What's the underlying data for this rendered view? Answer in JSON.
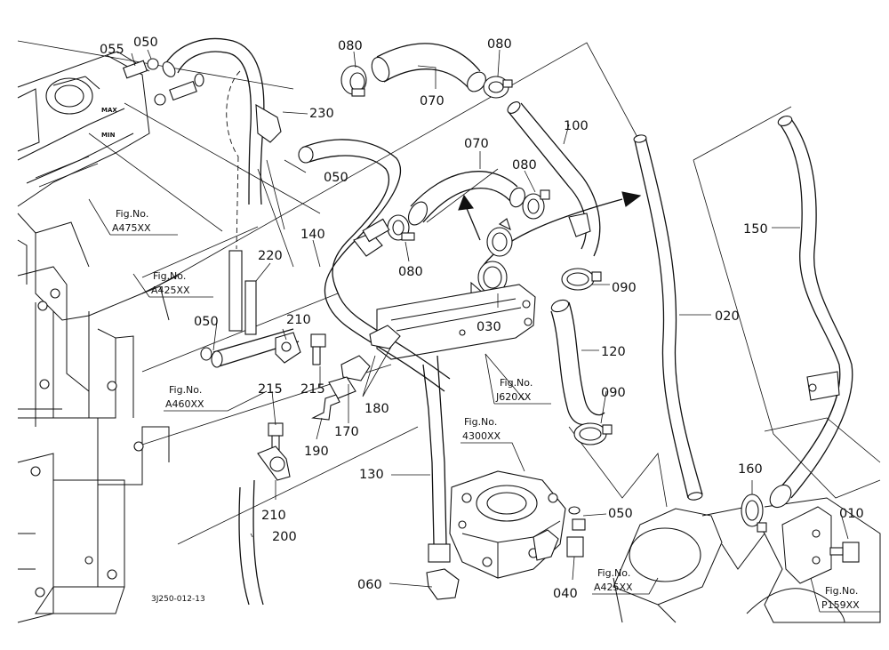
{
  "drawing_code": "3J250-012-13",
  "callouts": [
    {
      "id": "c-055",
      "text": "055"
    },
    {
      "id": "c-050a",
      "text": "050"
    },
    {
      "id": "c-080a",
      "text": "080"
    },
    {
      "id": "c-080b",
      "text": "080"
    },
    {
      "id": "c-070a",
      "text": "070"
    },
    {
      "id": "c-230",
      "text": "230"
    },
    {
      "id": "c-100",
      "text": "100"
    },
    {
      "id": "c-070b",
      "text": "070"
    },
    {
      "id": "c-080c",
      "text": "080"
    },
    {
      "id": "c-050b",
      "text": "050"
    },
    {
      "id": "c-150",
      "text": "150"
    },
    {
      "id": "c-140",
      "text": "140"
    },
    {
      "id": "c-080d",
      "text": "080"
    },
    {
      "id": "c-220",
      "text": "220"
    },
    {
      "id": "c-090a",
      "text": "090"
    },
    {
      "id": "c-030",
      "text": "030"
    },
    {
      "id": "c-020",
      "text": "020"
    },
    {
      "id": "c-050c",
      "text": "050"
    },
    {
      "id": "c-210a",
      "text": "210"
    },
    {
      "id": "c-120",
      "text": "120"
    },
    {
      "id": "c-215a",
      "text": "215"
    },
    {
      "id": "c-215b",
      "text": "215"
    },
    {
      "id": "c-180",
      "text": "180"
    },
    {
      "id": "c-090b",
      "text": "090"
    },
    {
      "id": "c-190",
      "text": "190"
    },
    {
      "id": "c-170",
      "text": "170"
    },
    {
      "id": "c-130",
      "text": "130"
    },
    {
      "id": "c-160",
      "text": "160"
    },
    {
      "id": "c-210b",
      "text": "210"
    },
    {
      "id": "c-050d",
      "text": "050"
    },
    {
      "id": "c-010",
      "text": "010"
    },
    {
      "id": "c-200",
      "text": "200"
    },
    {
      "id": "c-060",
      "text": "060"
    },
    {
      "id": "c-040",
      "text": "040"
    }
  ],
  "figure_refs": [
    {
      "id": "f-a475",
      "label": "Fig.No.",
      "code": "A475XX"
    },
    {
      "id": "f-a425a",
      "label": "Fig.No.",
      "code": "A425XX"
    },
    {
      "id": "f-a460",
      "label": "Fig.No.",
      "code": "A460XX"
    },
    {
      "id": "f-j620",
      "label": "Fig.No.",
      "code": "J620XX"
    },
    {
      "id": "f-4300",
      "label": "Fig.No.",
      "code": "4300XX"
    },
    {
      "id": "f-a425b",
      "label": "Fig.No.",
      "code": "A425XX"
    },
    {
      "id": "f-p159",
      "label": "Fig.No.",
      "code": "P159XX"
    }
  ],
  "tank_gauge": {
    "max": "MAX",
    "min": "MIN"
  }
}
